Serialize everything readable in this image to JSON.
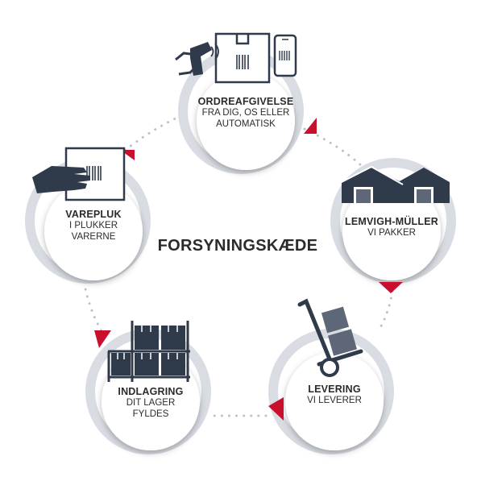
{
  "diagram": {
    "center_title": "FORSYNINGSKÆDE",
    "nodes": [
      {
        "id": "ordreafgivelse",
        "title": "ORDREAFGIVELSE",
        "lines": [
          "FRA DIG, OS ELLER",
          "AUTOMATISK"
        ],
        "icon": "barcode-scanner-icon"
      },
      {
        "id": "lemvigh",
        "title": "LEMVIGH-MÜLLER",
        "lines": [
          "VI PAKKER"
        ],
        "icon": "warehouse-icon"
      },
      {
        "id": "levering",
        "title": "LEVERING",
        "lines": [
          "VI LEVERER"
        ],
        "icon": "hand-truck-icon"
      },
      {
        "id": "indlagring",
        "title": "INDLAGRING",
        "lines": [
          "DIT LAGER",
          "FYLDES"
        ],
        "icon": "storage-shelf-icon"
      },
      {
        "id": "varepluk",
        "title": "VAREPLUK",
        "lines": [
          "I PLUKKER",
          "VARERNE"
        ],
        "icon": "hand-scan-icon"
      }
    ],
    "colors": {
      "accent": "#c8102e",
      "ring": "#d9dde3",
      "dots": "#bcc2c9",
      "icon": "#2f3a4a",
      "text": "#2b2b2b"
    }
  }
}
